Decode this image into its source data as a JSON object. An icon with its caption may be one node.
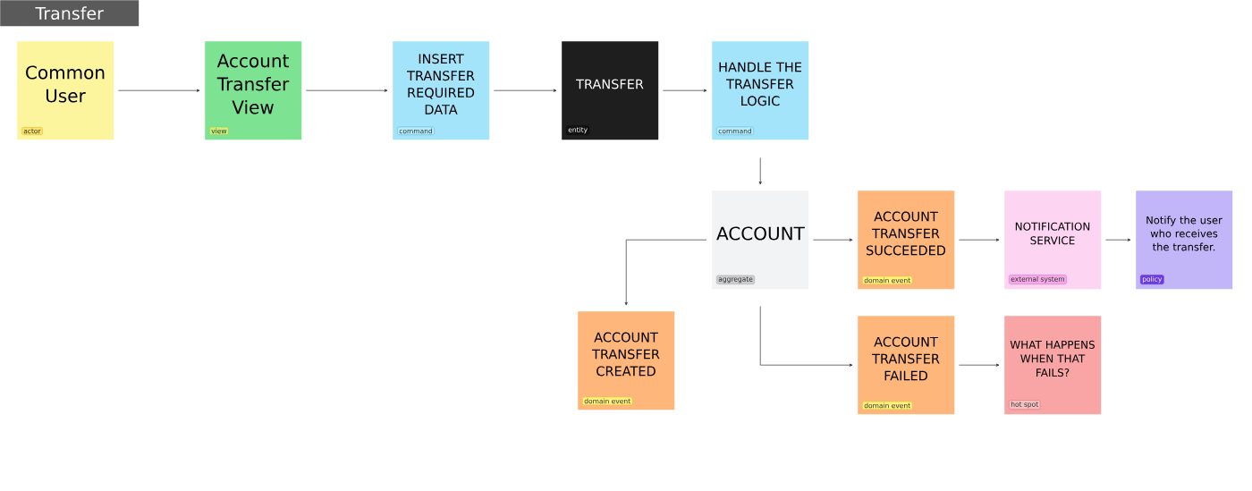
{
  "diagram": {
    "title": "Transfer",
    "nodes": [
      {
        "text": [
          "Common User",
          "actor"
        ]
      },
      {
        "text": [
          "Account Transfer View",
          "view"
        ]
      },
      {
        "text": [
          "INSERT TRANSFER REQUIRED DATA",
          "command"
        ]
      },
      {
        "text": [
          "TRANSFER",
          "entity"
        ]
      },
      {
        "text": [
          "HANDLE THE TRANSFER LOGIC",
          "command"
        ]
      },
      {
        "text": [
          "ACCOUNT",
          "aggregate"
        ]
      },
      {
        "text": [
          "ACCOUNT TRANSFER SUCCEEDED",
          "domain event"
        ]
      },
      {
        "text": [
          "NOTIFICATION SERVICE",
          "external system"
        ]
      },
      {
        "text": [
          "Notify the user who receives the transfer.",
          "policy"
        ]
      },
      {
        "text": [
          "ACCOUNT TRANSFER CREATED",
          "domain event"
        ]
      },
      {
        "text": [
          "ACCOUNT TRANSFER FAILED",
          "domain event"
        ]
      },
      {
        "text": [
          "WHAT HAPPENS WHEN THAT FAILS?",
          "hot spot"
        ]
      }
    ],
    "edges": [
      {
        "from": 0,
        "to": 1,
        "arrow": "to"
      },
      {
        "from": 1,
        "to": 2,
        "arrow": "to"
      },
      {
        "from": 2,
        "to": 3,
        "arrow": "to"
      },
      {
        "from": 3,
        "to": 4,
        "arrow": "to"
      },
      {
        "from": 4,
        "to": 5,
        "arrow": "to"
      },
      {
        "from": 5,
        "to": 6,
        "arrow": "to"
      },
      {
        "from": 6,
        "to": 7,
        "arrow": "to"
      },
      {
        "from": 7,
        "to": 8,
        "arrow": "to"
      },
      {
        "from": 5,
        "to": 9,
        "arrow": "to"
      },
      {
        "from": 5,
        "to": 10,
        "arrow": "to"
      },
      {
        "from": 10,
        "to": 11,
        "arrow": "to"
      }
    ]
  }
}
